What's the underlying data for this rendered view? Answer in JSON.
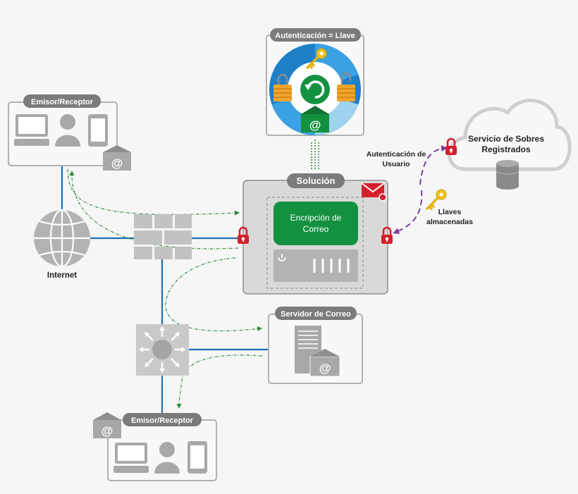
{
  "colors": {
    "background": "#f6f6f6",
    "link_line": "#1f6fb5",
    "flow_arrow": "#2f8a3a",
    "key_flow": "#7b3fa0",
    "encryption_box": "#149140",
    "badge": "#7b7b7b",
    "lock": "#d4202b",
    "panel_border": "#9a9a9a",
    "device": "#a8a8a8"
  },
  "labels": {
    "sender_top": "Emisor/Receptor",
    "sender_bottom": "Emisor/Receptor",
    "auth_key": "Autenticación = Llave",
    "solution": "Solución",
    "encryption_line1": "Encripción de",
    "encryption_line2": "Correo",
    "mail_server": "Servidor de Correo",
    "internet": "Internet",
    "cloud_line1": "Servicio de Sobres",
    "cloud_line2": "Registrados",
    "user_auth_line1": "Autenticación de",
    "user_auth_line2": "Usuario",
    "stored_keys_line1": "Llaves",
    "stored_keys_line2": "almacenadas",
    "at_symbol": "@"
  },
  "icons": {
    "globe": "globe-icon",
    "firewall": "firewall-icon",
    "router": "network-switch-icon",
    "lock": "padlock-icon",
    "envelope": "envelope-icon",
    "key": "key-icon",
    "server": "server-icon",
    "database": "database-icon",
    "cloud": "cloud-icon",
    "computer": "computer-icon",
    "user": "user-icon",
    "phone": "smartphone-icon",
    "refresh": "refresh-icon"
  }
}
